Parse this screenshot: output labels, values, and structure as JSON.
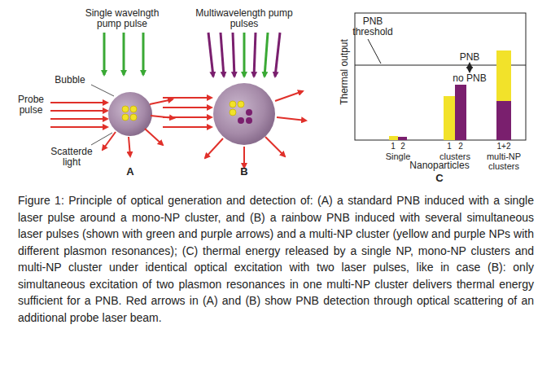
{
  "diagram": {
    "caption": "Figure 1: Principle of optical generation and detection of: (A) a standard PNB induced with a single laser pulse around a mono-NP cluster, and (B) a rainbow PNB induced with several simultaneous laser pulses (shown with green and purple arrows) and a multi-NP cluster (yellow and purple NPs with different plasmon resonances); (C) thermal energy released by a single NP, mono-NP clusters and multi-NP cluster under identical optical excitation with two laser pulses, like in case (B): only simultaneous excitation of two plasmon resonances in one multi-NP cluster delivers thermal energy sufficient for a PNB. Red arrows in (A) and (B) show PNB detection through optical scattering of an additional probe laser beam.",
    "labels": [
      "Single wavelngth pump pulse",
      "Bubble",
      "Probe pulse",
      "Scatterde light",
      "A",
      "Multiwavelength pump pulses",
      "B",
      "PNB threshold",
      "PNB",
      "no PNB",
      "Thermal output",
      "1",
      "2",
      "Single",
      "1",
      "2",
      "clusters",
      "1+2",
      "multi-NP clusters",
      "Nanoparticles",
      "C"
    ]
  }
}
